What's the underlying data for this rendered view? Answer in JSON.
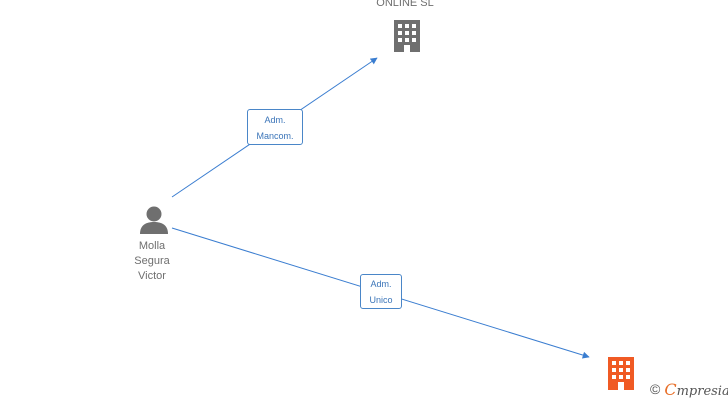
{
  "nodes": {
    "company_top": {
      "label": "ONLINE  SL",
      "icon": "building-icon",
      "color": "#6f6f6f"
    },
    "person": {
      "label": "Molla\nSegura\nVictor",
      "icon": "person-icon",
      "color": "#6f6f6f"
    },
    "company_bottom": {
      "label": "",
      "icon": "building-icon",
      "color": "#f05a24"
    }
  },
  "edges": [
    {
      "from": "person",
      "to": "company_top",
      "label": "Adm.\nMancom."
    },
    {
      "from": "person",
      "to": "company_bottom",
      "label": "Adm.\nUnico"
    }
  ],
  "colors": {
    "edge": "#3a7dd0",
    "edge_label_border": "#4a86c8"
  },
  "watermark": {
    "copyright": "©",
    "brand_first": "C",
    "brand_rest": "mpresia"
  }
}
